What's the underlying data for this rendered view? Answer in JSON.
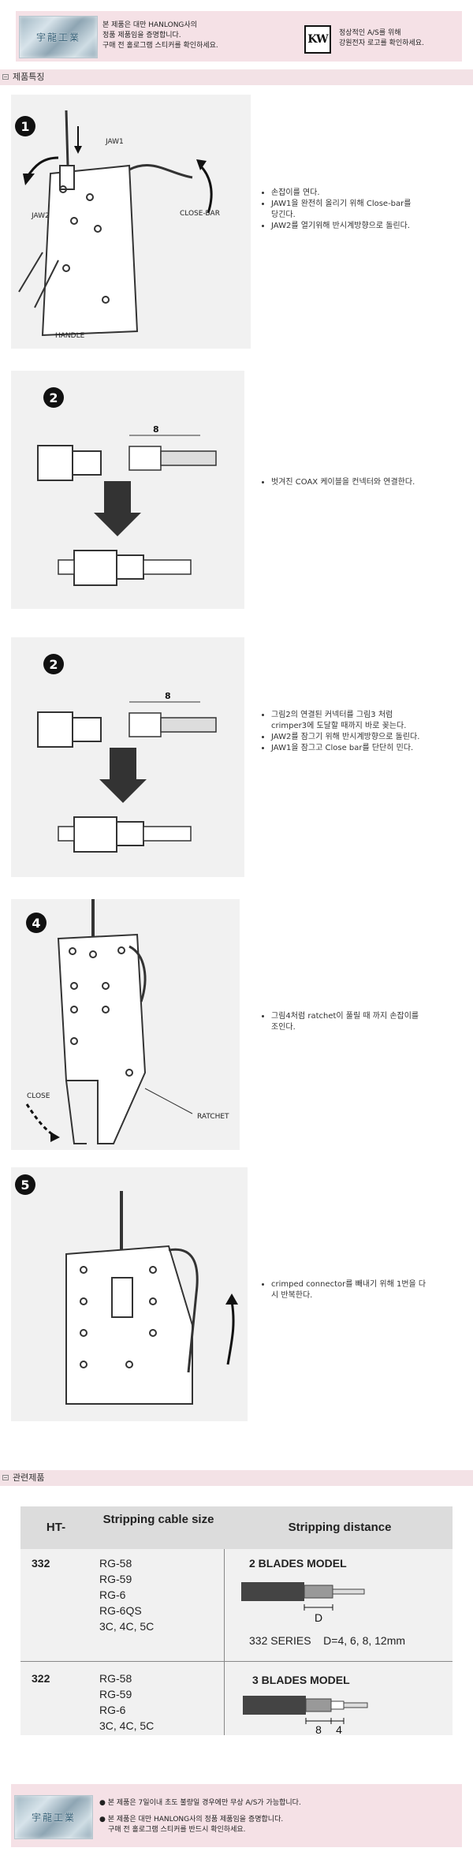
{
  "top_banner": {
    "holo_text": "宇龍工業",
    "genuine_lines": [
      "본 제품은 대만 HANLONG사의",
      "정품 제품임을 증명합니다.",
      "구매 전 홀로그램 스티커를 확인하세요."
    ],
    "kw_logo": "KW",
    "as_lines": [
      "정상적인 A/S를 위해",
      "강원전자 로고를 확인하세요."
    ]
  },
  "section_features": {
    "title": "제품특징"
  },
  "steps": [
    {
      "num": "1",
      "labels": [
        "JAW1",
        "JAW2",
        "CLOSE-BAR",
        "HANDLE"
      ],
      "bullets": [
        "손잡이를 연다.",
        "JAW1을 완전히 올리기 위해 Close-bar를 당긴다.",
        "JAW2를 열기위해 반시계방향으로 돌린다."
      ]
    },
    {
      "num": "2",
      "dim": "8",
      "bullets": [
        "벗겨진 COAX 케이블을 컨넥터와 연결한다."
      ]
    },
    {
      "num": "2",
      "dim": "8",
      "bullets": [
        "그림2의 연결된 커넥터를 그림3 처럼 crimper3에 도달할 때까지 바로 꽂는다.",
        "JAW2를 잠그기 위해 반시계방향으로 돌린다.",
        "JAW1을 잠그고 Close bar를 단단히 민다."
      ]
    },
    {
      "num": "4",
      "labels": [
        "CLOSE",
        "RATCHET"
      ],
      "bullets": [
        "그림4처럼 ratchet이 풀릴 때 까지 손잡이를 조인다."
      ]
    },
    {
      "num": "5",
      "bullets": [
        "crimped connector를 빼내기 위해 1번을 다시 반복한다."
      ]
    }
  ],
  "section_related": {
    "title": "관련제품"
  },
  "table": {
    "headers": {
      "model": "HT-",
      "cable": "Stripping cable size",
      "distance": "Stripping distance"
    },
    "rows": [
      {
        "model": "332",
        "cables": [
          "RG-58",
          "RG-59",
          "RG-6",
          "RG-6QS",
          "3C, 4C, 5C"
        ],
        "blade_model": "2 BLADES MODEL",
        "dim_labels": [
          "D"
        ],
        "series": "332 SERIES    D=4, 6, 8, 12mm"
      },
      {
        "model": "322",
        "cables": [
          "RG-58",
          "RG-59",
          "RG-6",
          "3C, 4C, 5C"
        ],
        "blade_model": "3 BLADES MODEL",
        "dim_labels": [
          "8",
          "4"
        ]
      }
    ]
  },
  "bottom_banner": {
    "holo_text": "宇龍工業",
    "lines": [
      "본 제품은 7일이내 초도 불량일 경우에만 무상 A/S가 가능합니다.",
      "본 제품은 대만 HANLONG사의 정품 제품임을 증명합니다.",
      "구매 전 홀로그램 스티커를 반드시 확인하세요."
    ]
  }
}
